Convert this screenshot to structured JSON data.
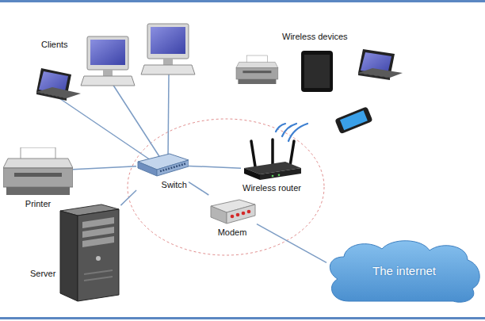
{
  "diagram": {
    "nodes": [
      {
        "text": [
          "Printer"
        ]
      },
      {
        "text": [
          "Switch"
        ]
      },
      {
        "text": [
          "Wireless router"
        ]
      },
      {
        "text": [
          "Modem"
        ]
      },
      {
        "text": [
          "Server"
        ]
      },
      {
        "text": [
          "The internet"
        ]
      }
    ],
    "edges": [
      {
        "from": 1,
        "to": 0,
        "arrow": "none"
      },
      {
        "from": 1,
        "to": 2,
        "arrow": "none"
      },
      {
        "from": 1,
        "to": 3,
        "arrow": "none"
      },
      {
        "from": 1,
        "to": 4,
        "arrow": "none"
      },
      {
        "from": 3,
        "to": 5,
        "arrow": "none"
      }
    ],
    "labels": [
      "Clients",
      "Wireless devices"
    ]
  }
}
